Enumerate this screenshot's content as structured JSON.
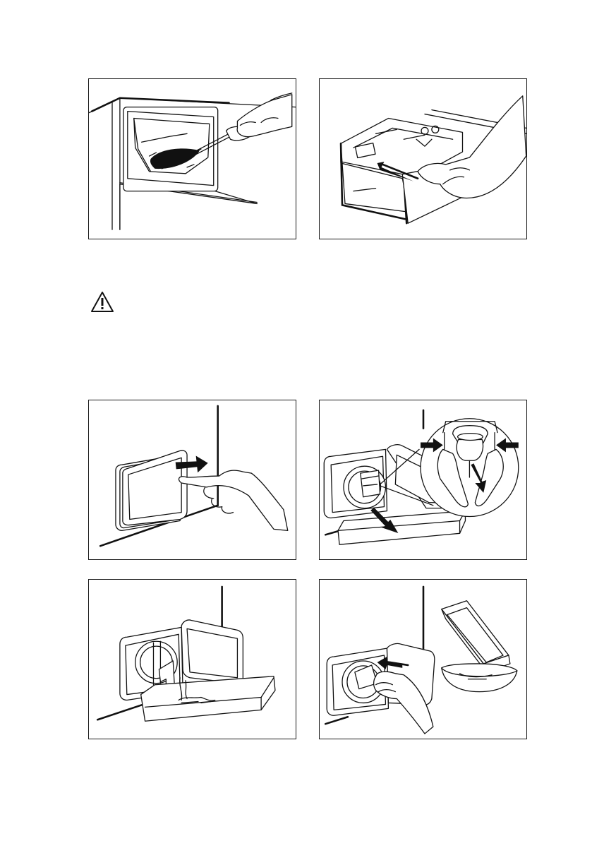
{
  "warning": {
    "icon": "warning-triangle-icon"
  },
  "figures": [
    {
      "id": "fig-1",
      "icon": "brush-cleaning-dispenser-icon"
    },
    {
      "id": "fig-2",
      "icon": "insert-dispenser-drawer-icon"
    },
    {
      "id": "fig-3",
      "icon": "press-pump-flap-icon"
    },
    {
      "id": "fig-4",
      "icon": "remove-drain-filter-icon"
    },
    {
      "id": "fig-5",
      "icon": "water-draining-icon"
    },
    {
      "id": "fig-6",
      "icon": "reinsert-filter-empty-container-icon"
    }
  ]
}
